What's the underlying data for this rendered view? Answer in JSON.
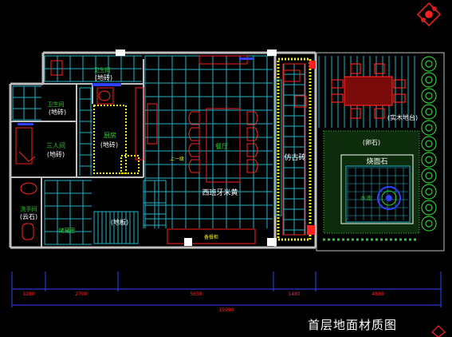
{
  "drawing": {
    "title": "首层地面材质图",
    "colors": {
      "wall": "#c0c0c0",
      "grid": "#1fb3c9",
      "red": "#ff2020",
      "yellow": "#f2f200",
      "green": "#2ecc2e",
      "blue": "#3040ff",
      "white": "#ffffff",
      "magenta": "#ff00ff"
    },
    "rooms": {
      "top_left_room": "(地砖)",
      "top_left_room_sub": "卫生间",
      "bath_room": "(地砖)",
      "bath_room_sub": "卫生间",
      "room3": "三人间",
      "room3_sub": "(地砖)",
      "kitchen": "厨房",
      "kitchen_sub": "(地砖)",
      "laundry": "洗手间",
      "laundry_sub": "(云石)",
      "storage": "储藏室",
      "stair": "(地板)",
      "dining": "餐厅",
      "dining_material": "西班牙米黄",
      "corridor": "仿古砖",
      "deck": "(实木地台)",
      "pebble": "(卵石)",
      "pool_edge": "烧面石",
      "pool": "水池",
      "up_mark": "上一级",
      "cabinet": "备餐柜"
    },
    "dimensions": {
      "segments": [
        "1280",
        "2700",
        "5650",
        "1480",
        "4880"
      ],
      "total": "15990"
    }
  }
}
